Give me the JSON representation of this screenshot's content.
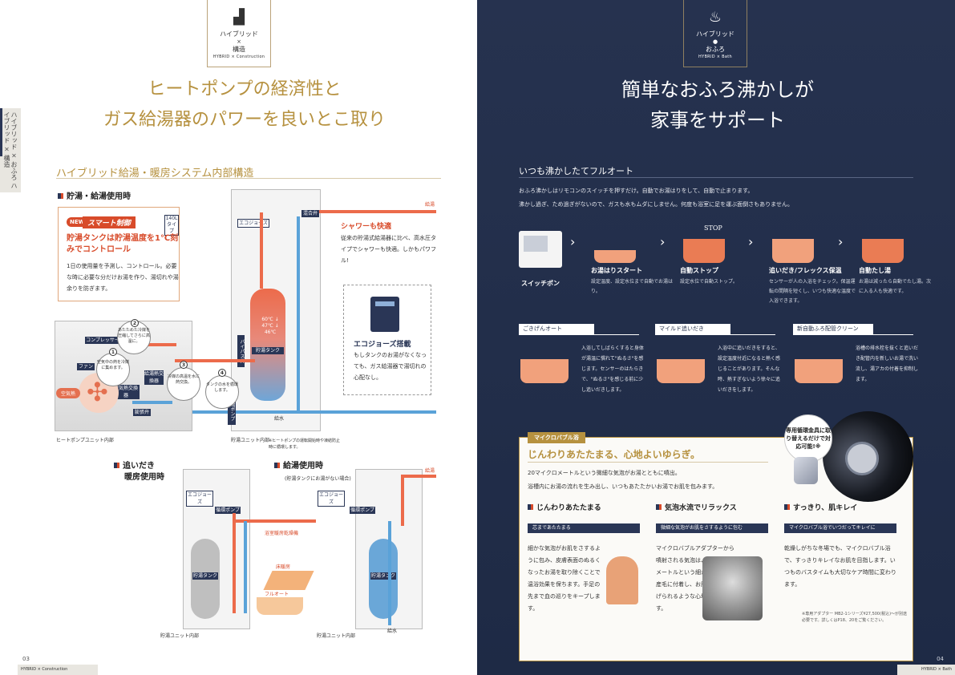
{
  "left": {
    "badge": {
      "line1": "ハイブリッド",
      "line2": "×",
      "line3": "構造",
      "line4": "HYBRID × Construction"
    },
    "title_line1": "ヒートポンプの経済性と",
    "title_line2": "ガス給湯器のパワーを良いとこ取り",
    "side_tab": "ハイブリッド × おふろ ハイブリッド × 構造",
    "section_title": "ハイブリッド給湯・暖房システム内部構造",
    "sub_heading": "貯湯・給湯使用時",
    "smart": {
      "new": "NEW",
      "name": "スマート制御",
      "tag": "140L タイプ",
      "headline": "貯湯タンクは貯湯温度を1℃刻みでコントロール",
      "body": "1日の使用量を予測し、コントロール。必要な時に必要な分だけお湯を作り、湯切れや湯余りを防ぎます。"
    },
    "diagram": {
      "ecojoz": "エコジョーズ",
      "mixing_valve": "混合弁",
      "shower_title": "シャワーも快適",
      "shower_body": "従来の貯湯式給湯器に比べ、高水圧タイプでシャワーも快適。しかもパワフル!",
      "temps": "60℃ ↓ 47℃ ↓ 46℃",
      "tank": "貯湯タンク",
      "bypass": "バイパス弁",
      "eco_title": "エコジョーズ搭載",
      "eco_body": "もしタンクのお湯がなくなっても、ガス給湯器で湯切れの心配なし。",
      "compressor": "コンプレッサー",
      "fan": "ファン",
      "air_heat": "空気熱",
      "evaporator": "空気熱交換器",
      "expansion": "膨張弁",
      "water_hx": "給湯熱交換器",
      "pump": "貯湯ポンプ",
      "water_in": "給水",
      "hot_out": "給湯",
      "note1": "空気中の熱を冷媒に集めます。",
      "note2": "あたためた冷媒を圧縮してさらに高温に。",
      "note3": "冷媒の高温を水に熱交換。",
      "note4": "タンクの水を循環します。",
      "n1": "1",
      "n2": "2",
      "n3": "3",
      "n4": "4",
      "cap_unit": "ヒートポンプユニット内部",
      "cap_tank": "貯湯ユニット内部",
      "cap_note": "※ヒートポンプの運転開始時や凍結防止時に循環します。"
    },
    "bottom": {
      "head1_line1": "追いだき",
      "head1_line2": "暖房使用時",
      "head2": "給湯使用時",
      "head2_sub": "(貯湯タンクにお湯がない場合)",
      "ecojoz": "エコジョーズ",
      "pump_hot": "循環ポンプ",
      "bath_hx": "浴室暖房乾燥機",
      "floor": "床暖房",
      "full_auto": "フルオート",
      "tank": "貯湯タンク",
      "cap1": "貯湯ユニット内部",
      "cap2": "貯湯ユニット内部",
      "water_in": "給水",
      "hot_out": "給湯"
    },
    "page_no": "03",
    "footer": "HYBRID × Construction"
  },
  "right": {
    "badge": {
      "line1": "ハイブリッド",
      "line2": "●",
      "line3": "おふろ",
      "line4": "HYBRID × Bath"
    },
    "title_line1": "簡単なおふろ沸かしが",
    "title_line2": "家事をサポート",
    "section_title": "いつも沸かしたてフルオート",
    "intro_line1": "おふろ沸かしはリモコンのスイッチを押すだけ。自動でお湯はりをして、自動で止まります。",
    "intro_line2": "沸かし過ぎ、ため過ぎがないので、ガスも水もムダにしません。何度も浴室に足を運ぶ面倒さもありません。",
    "switch_label": "スイッチポン",
    "stop": "STOP",
    "steps": [
      {
        "name": "お湯はりスタート",
        "desc": "設定温度、設定水位まで自動でお湯はり。"
      },
      {
        "name": "自動ストップ",
        "desc": "設定水位で自動ストップ。"
      },
      {
        "name": "追いだき/フレックス保温",
        "desc": "センサーが人の入浴をチェック。保温運転の間隔を短くし、いつも快適な温度で入浴できます。"
      },
      {
        "name": "自動たし湯",
        "desc": "お湯は減ったら自動でたし湯。次に入る人も快適です。"
      }
    ],
    "features": [
      {
        "title": "ごきげんオート",
        "desc": "入浴してしばらくすると身体が湯温に慣れて\"ぬるさ\"を感じます。センサーのはたらきで、\"ぬるさ\"を感じる前に少し追いだきします。"
      },
      {
        "title": "マイルド追いだき",
        "desc": "入浴中に追いだきをすると、設定温度付近になると熱く感じることがあります。そんな時、熱すぎないよう徐々に追いだきをします。"
      },
      {
        "title": "新自動ふろ配管クリーン",
        "desc": "浴槽の排水栓を抜くと追いだき配管内を新しいお湯で洗い流し、湯アカの付着を抑制します。"
      }
    ],
    "micro": {
      "tag": "マイクロバブル浴",
      "title": "じんわりあたたまる、心地よいゆらぎ。",
      "desc_line1": "20マイクロメートルという微細な気泡がお湯とともに噴出。",
      "desc_line2": "浴槽内にお湯の流れを生み出し、いつもあたたかいお湯でお肌を包みます。",
      "adapter": "専用循環金具に取り替えるだけで対応可能!※",
      "cols": [
        {
          "head": "じんわりあたたまる",
          "badge": "芯まであたたまる",
          "text": "細かな気泡がお肌をさするように包み、皮膚表面のぬるくなったお湯を取り除くことで温浴効果を保ちます。手足の先まで血の巡りをキープします。"
        },
        {
          "head": "気泡水流でリラックス",
          "badge": "微細な気泡がお肌をさするように包む",
          "text": "マイクロバブルアダプターから噴射される気泡は、20マイクロメートルという細かさ。お肌や産毛に付着し、お肌がさすり上げられるような心地よい感覚です。"
        },
        {
          "head": "すっきり、肌キレイ",
          "badge": "マイクロバブル浴でいつだってキレイに",
          "text": "乾燥しがちな冬場でも、マイクロバブル浴で、すっきりキレイなお肌を目指します。いつものバスタイムも大切なケア時間に変わります。"
        }
      ],
      "note": "※専用アダプター MB2-1シリーズ¥27,500(税込)〜が別途必要です。詳しくはP18、20をご覧ください。"
    },
    "page_no": "04",
    "footer": "HYBRID × Bath"
  }
}
